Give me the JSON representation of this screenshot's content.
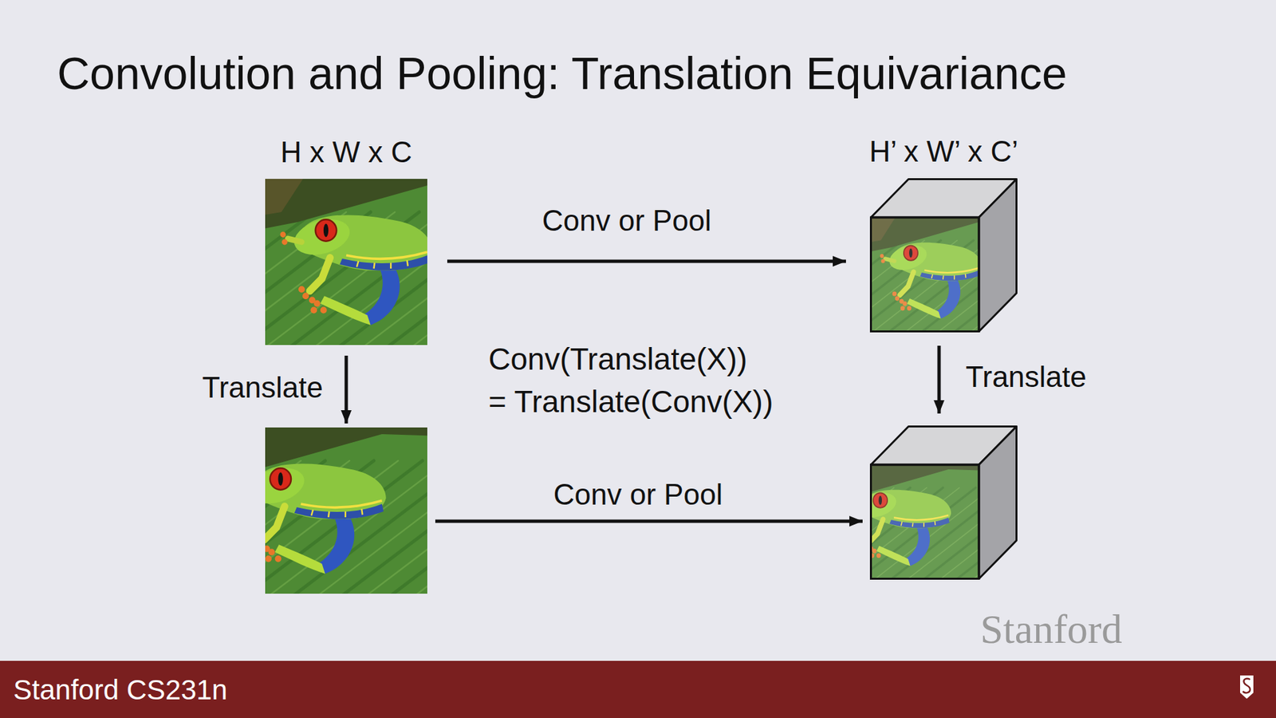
{
  "diagram": {
    "title": "Convolution and Pooling: Translation Equivariance",
    "nodes": [
      {
        "text": [
          "H x W x C"
        ]
      },
      {
        "text": [
          "H’ x W’ x C’"
        ]
      },
      {
        "text": []
      },
      {
        "text": []
      }
    ],
    "edges": [
      {
        "from": 0,
        "to": 1,
        "label": "Conv or Pool",
        "arrow": "to"
      },
      {
        "from": 0,
        "to": 2,
        "label": "Translate",
        "arrow": "to"
      },
      {
        "from": 1,
        "to": 3,
        "label": "Translate",
        "arrow": "to"
      },
      {
        "from": 2,
        "to": 3,
        "label": "Conv or Pool",
        "arrow": "to"
      }
    ],
    "labels": [
      "Conv(Translate(X))",
      "= Translate(Conv(X))",
      "Stanford",
      "Stanford CS231n"
    ]
  }
}
